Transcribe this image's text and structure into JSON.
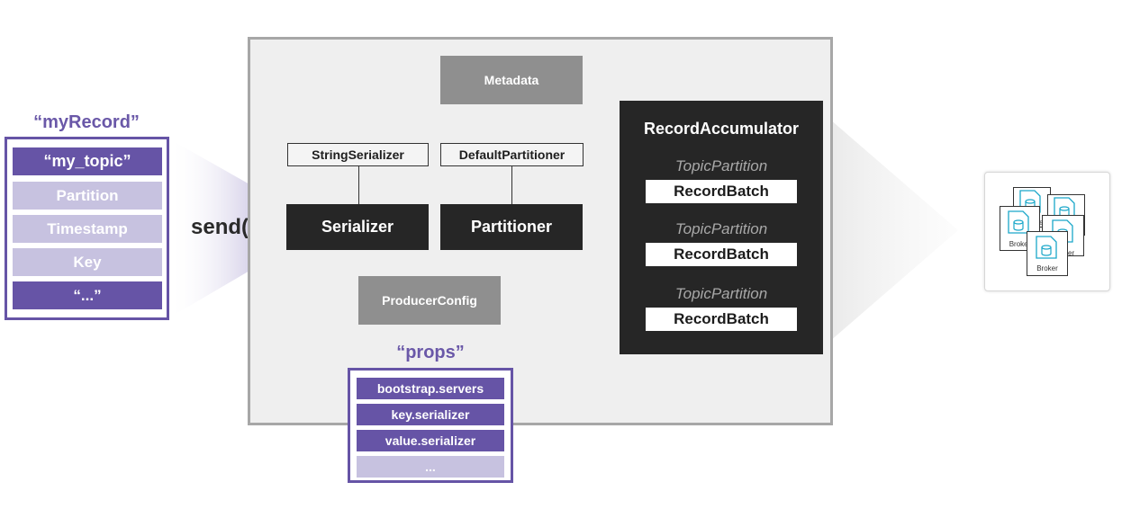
{
  "record": {
    "title": "“myRecord”",
    "rows": [
      {
        "label": "“my_topic”"
      },
      {
        "label": "Partition"
      },
      {
        "label": "Timestamp"
      },
      {
        "label": "Key"
      },
      {
        "label": "“...”"
      }
    ]
  },
  "send_label": "send()",
  "producer": {
    "metadata_label": "Metadata",
    "string_serializer_label": "StringSerializer",
    "default_partitioner_label": "DefaultPartitioner",
    "serializer_label": "Serializer",
    "partitioner_label": "Partitioner",
    "producer_config_label": "ProducerConfig"
  },
  "accumulator": {
    "title": "RecordAccumulator",
    "partitions": [
      {
        "topic_partition": "TopicPartition",
        "record_batch": "RecordBatch"
      },
      {
        "topic_partition": "TopicPartition",
        "record_batch": "RecordBatch"
      },
      {
        "topic_partition": "TopicPartition",
        "record_batch": "RecordBatch"
      }
    ]
  },
  "props": {
    "title": "“props”",
    "rows": [
      {
        "label": "bootstrap.servers"
      },
      {
        "label": "key.serializer"
      },
      {
        "label": "value.serializer"
      },
      {
        "label": "..."
      }
    ]
  },
  "broker": {
    "labels": [
      "Broker",
      "Broker",
      "Broker",
      "Broker"
    ],
    "partial_fragment": "ker",
    "partial_fragment_2": "ker"
  },
  "colors": {
    "purple": "#6654a6",
    "purple_light": "#c7c2e0",
    "dark": "#262626",
    "grey": "#8f8f8f",
    "teal": "#1aa7c9"
  },
  "icons": [
    "arrow-right-icon",
    "database-file-icon"
  ]
}
